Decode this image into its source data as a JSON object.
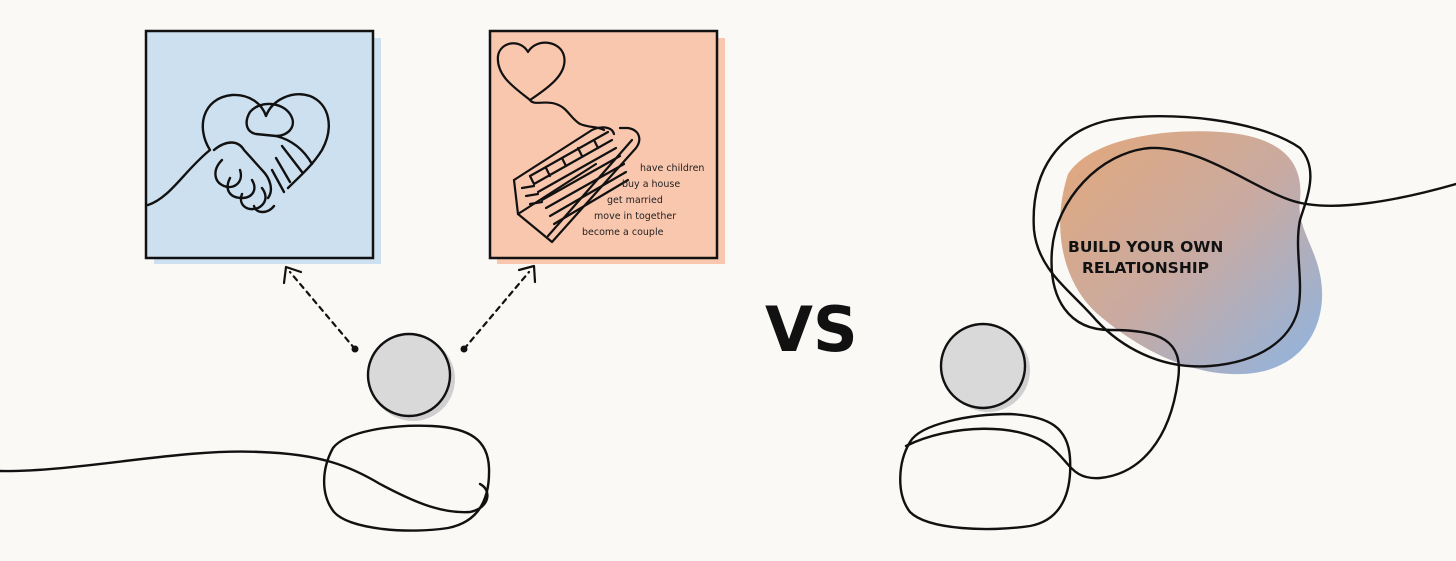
{
  "colors": {
    "background": "#faf9f5",
    "card_blue": "#cde0ef",
    "card_salmon": "#f9c7ae",
    "person_fill": "#d9d9d9",
    "line": "#111111",
    "blob_orange": "#e3a87a",
    "blob_blue": "#8db4e2"
  },
  "icons": {
    "left_card": "handshake-heart-icon",
    "right_card": "heart-balloon-staircase-icon"
  },
  "relationship_escalator": {
    "steps": [
      "have children",
      "buy a house",
      "get married",
      "move in together",
      "become a couple"
    ]
  },
  "comparison": {
    "separator": "VS"
  },
  "alternative": {
    "line1": "BUILD YOUR OWN",
    "line2": "RELATIONSHIP"
  }
}
